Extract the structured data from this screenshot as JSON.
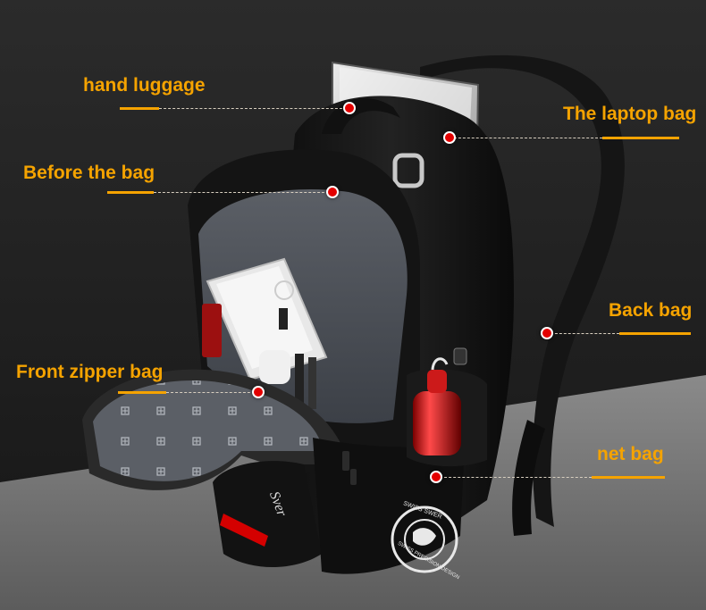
{
  "colors": {
    "label": "#f5a300",
    "hotspot": "#e30000",
    "background": "#1c1c1c"
  },
  "labels": {
    "hand_luggage": "hand luggage",
    "laptop_bag": "The laptop bag",
    "before_bag": "Before the bag",
    "back_bag": "Back bag",
    "front_zipper_bag": "Front zipper bag",
    "net_bag": "net bag"
  },
  "product": {
    "brand_text": "Sver",
    "seal_text_top": "SWISS SWER",
    "seal_text_bottom": "SWISS PRECISION DESIGN"
  }
}
